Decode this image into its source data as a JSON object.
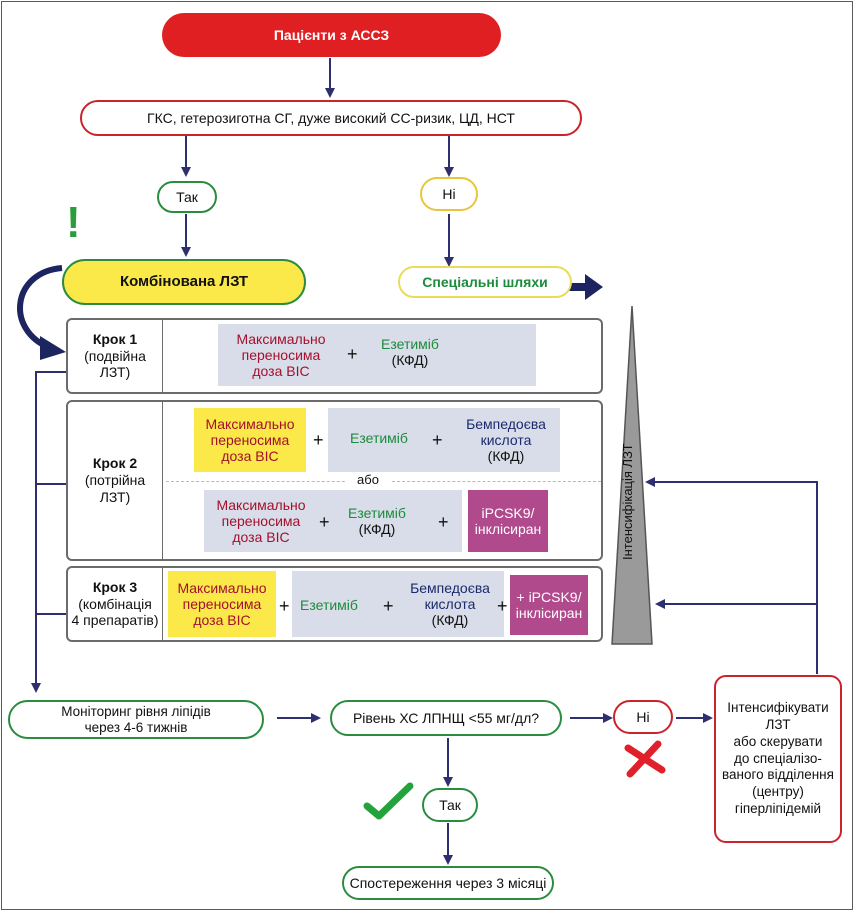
{
  "nodes": {
    "top": "Пацієнти з АССЗ",
    "criteria": "ГКС, гетерозиготна СГ, дуже високий СС-ризик, ЦД, НСТ",
    "yes": "Так",
    "no": "Ні",
    "exclaim": "!",
    "combined": "Комбінована ЛЗТ",
    "special": "Спеціальні шляхи",
    "monitoring": "Моніторинг рівня ліпідів\nчерез 4-6 тижнів",
    "ldl_question": "Рівень ХС ЛПНЩ <55 мг/дл?",
    "no2": "Ні",
    "yes2": "Так",
    "observe": "Спостереження через 3 місяці",
    "intensify_box": "Інтенсифікувати\nЛЗТ\nабо скерувати\nдо спеціалізо-\nваного відділення\n(центру)\nгіперліпідемій",
    "intensification_label": "Інтенсифікація ЛЗТ",
    "check_icon": "checkmark-icon",
    "cross_icon": "cross-icon"
  },
  "steps": {
    "step1": {
      "title": "Крок 1",
      "sub": "(подвійна\nЛЗТ)",
      "statin": "Максимально\nпереносима\nдоза ВІС",
      "ezetimibe": "Езетиміб",
      "fdc": "(КФД)"
    },
    "step2": {
      "title": "Крок 2",
      "sub": "(потрійна\nЛЗТ)",
      "statin": "Максимально\nпереносима\nдоза ВІС",
      "ezetimibe": "Езетиміб",
      "bempedoic": "Бемпедоєва\nкислота",
      "fdc": "(КФД)",
      "or": "або",
      "statin_b": "Максимально\nпереносима\nдоза ВІС",
      "ezetimibe_b": "Езетиміб",
      "fdc_b": "(КФД)",
      "pcsk9": "iPCSK9/\nінклісиран"
    },
    "step3": {
      "title": "Крок 3",
      "sub": "(комбінація\n4 препаратів)",
      "statin": "Максимально\nпереносима\nдоза ВІС",
      "ezetimibe": "Езетиміб",
      "bempedoic": "Бемпедоєва\nкислота",
      "fdc": "(КФД)",
      "pcsk9": "+ iPCSK9/\nінклісиран"
    },
    "plus": "+"
  },
  "colors": {
    "red": "#e01f23",
    "green_border": "#2a8c3f",
    "red_border": "#c9242c",
    "yellow": "#fbe94a",
    "grey_box": "#d9dde9",
    "purple": "#b14a8d",
    "navy_arrow": "#2e2f6e"
  }
}
